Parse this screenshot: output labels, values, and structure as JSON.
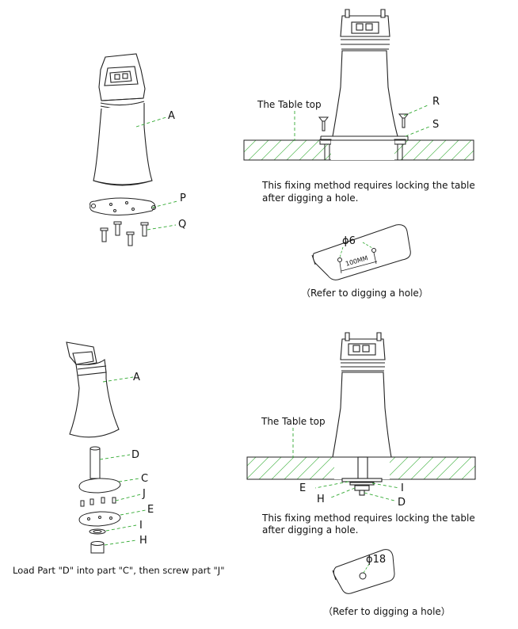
{
  "labels": {
    "A": "A",
    "P": "P",
    "Q": "Q",
    "R": "R",
    "S": "S",
    "A2": "A",
    "D": "D",
    "C": "C",
    "J": "J",
    "E": "E",
    "I": "I",
    "H": "H",
    "E2": "E",
    "H2": "H",
    "I2": "I",
    "D2": "D"
  },
  "top_right": {
    "table_top": "The Table top",
    "note_line1": "This fixing method requires locking the table",
    "note_line2": "after digging a hole.",
    "hole_diameter": "ϕ6",
    "hole_spacing": "100MM",
    "refer": "（Refer to digging a hole）"
  },
  "bottom_left": {
    "instruction": "Load Part \"D\" into part \"C\", then screw part \"J\""
  },
  "bottom_right": {
    "table_top": "The Table top",
    "note_line1": "This fixing method requires locking the table",
    "note_line2": "after digging a hole.",
    "hole_diameter": "ϕ18",
    "refer": "（Refer to digging a hole）"
  },
  "colors": {
    "line": "#222222",
    "leader": "#22aa22",
    "hatch": "#44bb44"
  }
}
